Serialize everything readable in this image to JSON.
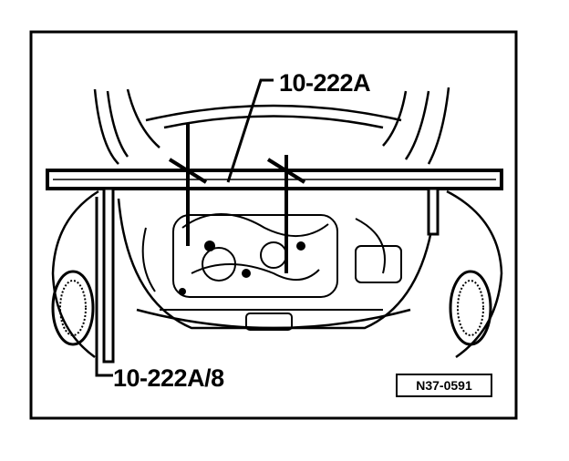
{
  "callouts": {
    "top": "10-222A",
    "bottom": "10-222A/8"
  },
  "figure_id": "N37-0591",
  "colors": {
    "ink": "#000000",
    "paper": "#ffffff"
  }
}
